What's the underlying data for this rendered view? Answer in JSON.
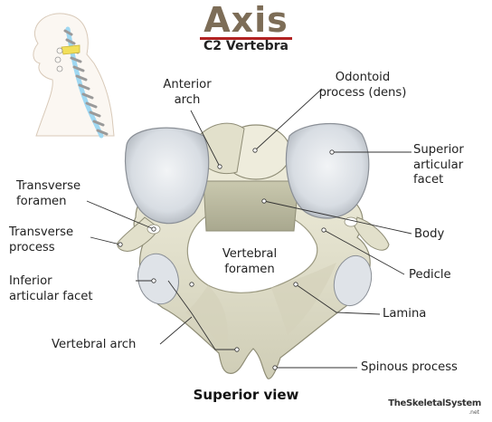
{
  "title": "Axis",
  "subtitle": "C2 Vertebra",
  "view_caption": "Superior view",
  "brand": "TheSkeletalSystem",
  "brand_suffix": ".net",
  "colors": {
    "title": "#7d6d57",
    "title_rule": "#b22222",
    "bone": "#e6e4d0",
    "bone_shade": "#b7b69c",
    "facet": "#dfe3e8",
    "marker": "#ffffff",
    "leader": "#333333",
    "spine_highlight": "#9fd8f2",
    "c2_highlight": "#f2df5a"
  },
  "labels": {
    "anterior_arch": "Anterior\narch",
    "odontoid": "Odontoid\nprocess (dens)",
    "superior_facet": "Superior\narticular\nfacet",
    "transverse_foramen": "Transverse\nforamen",
    "transverse_process": "Transverse\nprocess",
    "body": "Body",
    "vertebral_foramen": "Vertebral\nforamen",
    "pedicle": "Pedicle",
    "inferior_facet": "Inferior\narticular facet",
    "lamina": "Lamina",
    "vertebral_arch": "Vertebral arch",
    "spinous_process": "Spinous process"
  }
}
